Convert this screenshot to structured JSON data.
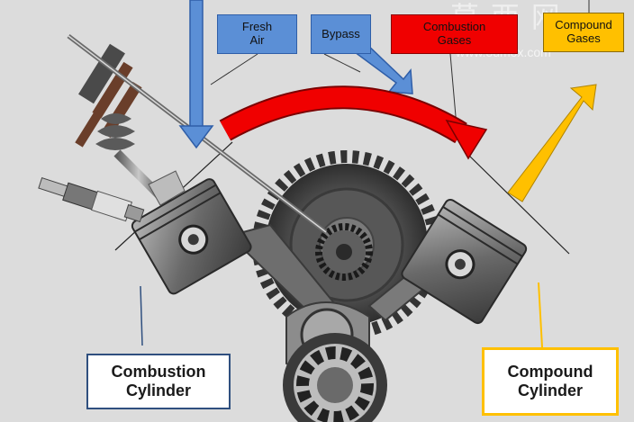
{
  "labels": {
    "fresh_air": "Fresh\nAir",
    "bypass": "Bypass",
    "combustion_gases": "Combustion\nGases",
    "compound_gases": "Compound\nGases",
    "combustion_cylinder": "Combustion\nCylinder",
    "compound_cylinder": "Compound\nCylinder"
  },
  "watermark": {
    "chars": "莫 西 网",
    "url": "www.3dmox.com"
  },
  "colors": {
    "fresh_air": "#5b8fd6",
    "bypass": "#5b8fd6",
    "combustion_gases": "#f00000",
    "compound_gases": "#ffc000",
    "combustion_box_border": "#2f4f7f",
    "compound_box_border": "#ffc000",
    "background": "#dcdcdc"
  }
}
